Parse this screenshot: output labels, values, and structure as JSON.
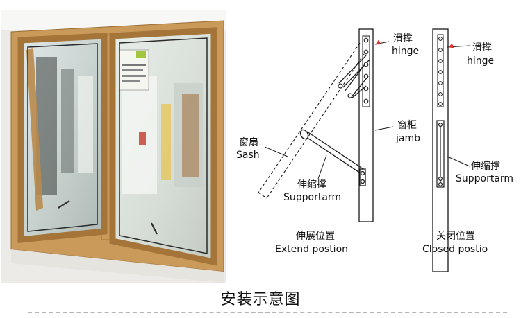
{
  "diagram": {
    "labels": {
      "hinge_cn_1": "滑撑",
      "hinge_en_1": "hinge",
      "jamb_cn": "窗柜",
      "jamb_en": "jamb",
      "sash_cn": "窗扇",
      "sash_en": "Sash",
      "supportarm_cn_1": "伸缩撑",
      "supportarm_en_1": "Supportarm",
      "extend_cn": "伸展位置",
      "extend_en": "Extend postion",
      "hinge_cn_2": "滑撑",
      "hinge_en_2": "hinge",
      "supportarm_cn_2": "伸缩撑",
      "supportarm_en_2": "Supportarm",
      "closed_cn": "关闭位置",
      "closed_en": "Closed postio"
    },
    "caption": "安装示意图",
    "colors": {
      "frame_wood": "#c99a5a",
      "frame_wood_dark": "#a47438",
      "wall": "#f1f1ee",
      "line": "#1a1a1a",
      "arrow": "#e03030"
    }
  }
}
